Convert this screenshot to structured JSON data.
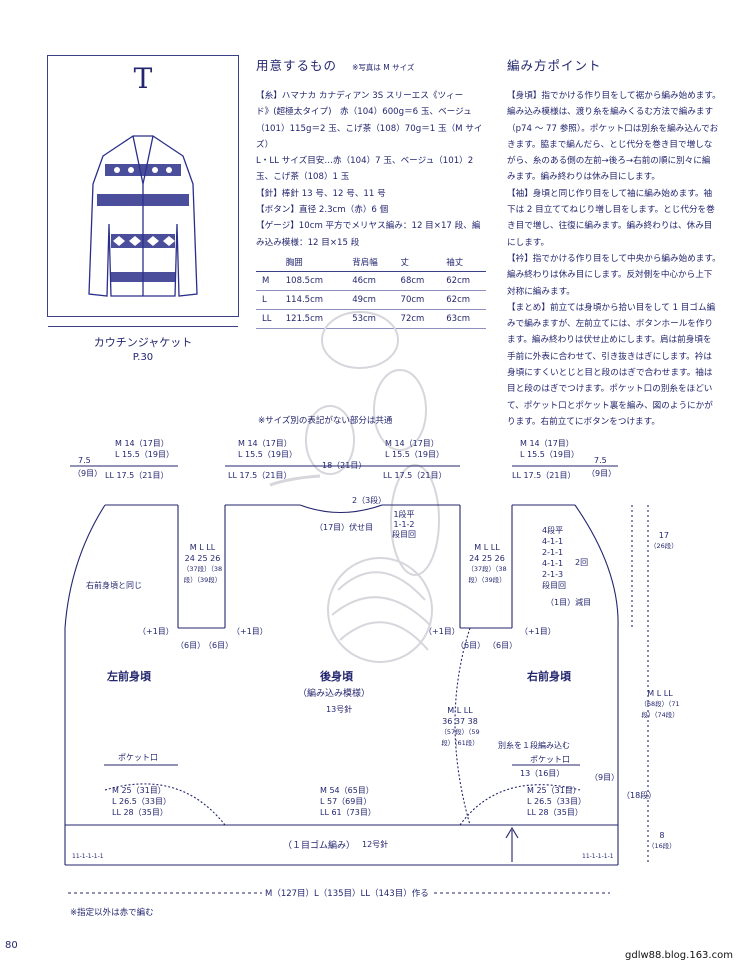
{
  "card": {
    "letter": "T",
    "name": "カウチンジャケット",
    "page": "P.30"
  },
  "materials": {
    "title": "用意するもの",
    "note": "※写真は M サイズ",
    "lines": [
      "【糸】ハマナカ カナディアン 3S スリーエス《ツィー",
      "ド》(超極太タイプ)　赤（104）600g＝6 玉、ベージュ",
      "（101）115g＝2 玉、こげ茶（108）70g＝1 玉（M サイズ）",
      "L・LL サイズ目安…赤（104）7 玉、ベージュ（101）2",
      "玉、こげ茶（108）1 玉",
      "【針】棒針 13 号、12 号、11 号",
      "【ボタン】直径 2.3cm（赤）6 個",
      "【ゲージ】10cm 平方でメリヤス編み：12 目×17 段、編",
      "み込み模様：12 目×15 段"
    ]
  },
  "size_table": {
    "headers": [
      "",
      "胸囲",
      "背肩幅",
      "丈",
      "袖丈"
    ],
    "rows": [
      [
        "M",
        "108.5cm",
        "46cm",
        "68cm",
        "62cm"
      ],
      [
        "L",
        "114.5cm",
        "49cm",
        "70cm",
        "62cm"
      ],
      [
        "LL",
        "121.5cm",
        "53cm",
        "72cm",
        "63cm"
      ]
    ]
  },
  "points": {
    "title": "編み方ポイント",
    "lines": [
      "【身頃】指でかける作り目をして裾から編み始めます。",
      "編み込み模様は、渡り糸を編みくるむ方法で編みます",
      "（p74 ～ 77 参照）。ポケット口は別糸を編み込んでお",
      "きます。脇まで編んだら、とじ代分を巻き目で増しな",
      "がら、糸のある側の左前→後ろ→右前の順に別々に編",
      "みます。編み終わりは休み目にします。",
      "【袖】身頃と同じ作り目をして袖に編み始めます。袖",
      "下は 2 目立ててねじり増し目をします。とじ代分を巻",
      "き目で増し、往復に編みます。編み終わりは、休み目",
      "にします。",
      "【衿】指でかける作り目をして中央から編み始めます。",
      "編み終わりは休み目にします。反対側を中心から上下",
      "対称に編みます。",
      "【まとめ】前立ては身頃から拾い目をして 1 目ゴム編",
      "みで編みますが、左前立てには、ボタンホールを作り",
      "ます。編み終わりは伏せ止めにします。肩は前身頃を",
      "手前に外表に合わせて、引き抜きはぎにします。衿は",
      "身頃にすくいとじと目と段のはぎで合わせます。袖は",
      "目と段のはぎでつけます。ポケット口の別糸をほどい",
      "て、ポケット口とポケット裏を編み、図のようにかが",
      "ります。右前立てにボタンをつけます。"
    ]
  },
  "diagram": {
    "common_note": "※サイズ別の表記がない部分は共通",
    "top_left": {
      "m": "M 14（17目）",
      "l": "L 15.5（19目）",
      "ll": "LL 17.5（21目）",
      "side": "7.5",
      "side_st": "（9目）"
    },
    "top_mid": {
      "m": "M 14（17目）",
      "l": "L 15.5（19目）",
      "ll": "LL 17.5（21目）",
      "center": "18（21目）",
      "ll2": "LL 17.5（21目）"
    },
    "top_right": {
      "m": "M 14（17目）",
      "l": "L 15.5（19目）",
      "ll": "LL 17.5（21目）",
      "side": "7.5",
      "side_st": "（9目）"
    },
    "neck_back": {
      "rows": "2（3段）",
      "bind": "（17目）伏せ目",
      "row1": "1段平",
      "row2": "1-1-2",
      "row3": "段目回"
    },
    "armhole_labels": {
      "m": "M",
      "l": "L",
      "ll": "LL",
      "m_cm": "24",
      "l_cm": "25",
      "ll_cm": "26",
      "m_rows": "（37段）",
      "l_rows": "（38段）",
      "ll_rows": "（39段）"
    },
    "same_as_right": "右前身頃と同じ",
    "plus_one": "（+1目）",
    "six_st": "（6目）",
    "neck_front": {
      "l1": "4段平",
      "l2": "4-1-1",
      "l3": "2-1-1",
      "l4": "4-1-1",
      "l5": "2-1-3",
      "l6": "段目回",
      "l7": "（1目）減目",
      "side": "2回"
    },
    "right_height": {
      "cm": "17",
      "rows": "（26段）"
    },
    "total_height": {
      "m": "M",
      "l": "L",
      "ll": "LL",
      "m_rows": "（68段）",
      "l_rows": "（71段）",
      "ll_rows": "（74段）"
    },
    "side_height": {
      "m": "M",
      "l": "L",
      "ll": "LL",
      "m_cm": "36",
      "l_cm": "37",
      "ll_cm": "38",
      "m_rows": "（57段）",
      "l_rows": "（59段）",
      "ll_rows": "（61段）"
    },
    "left_front": "左前身頃",
    "back": "後身頃",
    "back_sub": "（編み込み模様）",
    "needle13": "13号針",
    "right_front": "右前身頃",
    "pocket": "ポケット口",
    "pocket_note": "別糸を１段編み込む",
    "pocket_st": "13（16目）",
    "nine_st": "（9目）",
    "eighteen": "（18段）",
    "hem_left": {
      "m": "M 25（31目）",
      "l": "L 26.5（33目）",
      "ll": "LL 28（35目）"
    },
    "hem_back": {
      "m": "M 54（65目）",
      "l": "L 57（69目）",
      "ll": "LL 61（73目）"
    },
    "hem_right": {
      "m": "M 25（31目）",
      "l": "L 26.5（33目）",
      "ll": "LL 28（35目）"
    },
    "rib": "（１目ゴム編み）",
    "needle12": "12号針",
    "rib_height": {
      "cm": "8",
      "rows": "（16段）"
    },
    "rib_pattern": "11-1-1-1-1",
    "cast_on": "M（127目）L（135目）LL（143目）作る",
    "footer": "※指定以外は赤で編む"
  },
  "page_number": "80",
  "credit": "gdlw88.blog.163.com"
}
